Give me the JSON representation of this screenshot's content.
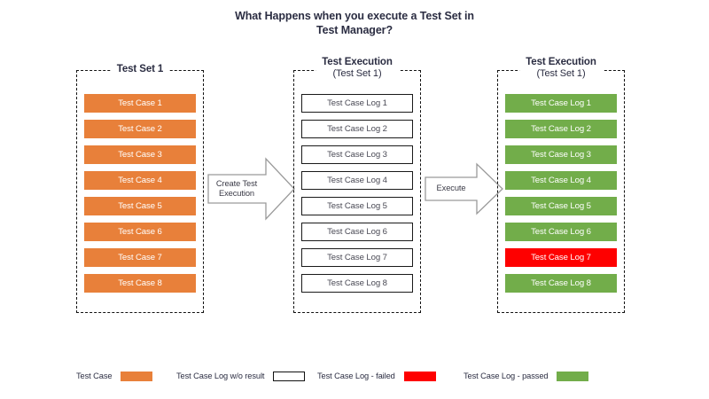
{
  "title": {
    "line1": "What Happens when you execute a Test Set in",
    "line2": "Test Manager?"
  },
  "colors": {
    "test_case": "#e8803a",
    "log_no_result": "#ffffff",
    "log_failed": "#fe0000",
    "log_passed": "#72ad4a",
    "text_dark": "#2b2d42",
    "frame": "#111111",
    "arrow_stroke": "#9a9a9a"
  },
  "columns": [
    {
      "id": "test-set",
      "heading_main": "Test Set 1",
      "heading_sub": "",
      "items": [
        {
          "label": "Test Case 1",
          "state": "orange"
        },
        {
          "label": "Test Case 2",
          "state": "orange"
        },
        {
          "label": "Test Case 3",
          "state": "orange"
        },
        {
          "label": "Test Case 4",
          "state": "orange"
        },
        {
          "label": "Test Case 5",
          "state": "orange"
        },
        {
          "label": "Test Case 6",
          "state": "orange"
        },
        {
          "label": "Test Case 7",
          "state": "orange"
        },
        {
          "label": "Test Case 8",
          "state": "orange"
        }
      ]
    },
    {
      "id": "test-exec-new",
      "heading_main": "Test Execution",
      "heading_sub": "(Test Set 1)",
      "items": [
        {
          "label": "Test Case Log 1",
          "state": "outline"
        },
        {
          "label": "Test Case Log 2",
          "state": "outline"
        },
        {
          "label": "Test Case Log 3",
          "state": "outline"
        },
        {
          "label": "Test Case Log 4",
          "state": "outline"
        },
        {
          "label": "Test Case Log 5",
          "state": "outline"
        },
        {
          "label": "Test Case Log 6",
          "state": "outline"
        },
        {
          "label": "Test Case Log 7",
          "state": "outline"
        },
        {
          "label": "Test Case Log 8",
          "state": "outline"
        }
      ]
    },
    {
      "id": "test-exec-run",
      "heading_main": "Test Execution",
      "heading_sub": "(Test Set 1)",
      "items": [
        {
          "label": "Test Case Log 1",
          "state": "green"
        },
        {
          "label": "Test Case Log 2",
          "state": "green"
        },
        {
          "label": "Test Case Log 3",
          "state": "green"
        },
        {
          "label": "Test Case Log 4",
          "state": "green"
        },
        {
          "label": "Test Case Log 5",
          "state": "green"
        },
        {
          "label": "Test Case Log 6",
          "state": "green"
        },
        {
          "label": "Test Case Log 7",
          "state": "red"
        },
        {
          "label": "Test Case Log 8",
          "state": "green"
        }
      ]
    }
  ],
  "arrows": [
    {
      "id": "create",
      "line1": "Create Test",
      "line2": "Execution"
    },
    {
      "id": "execute",
      "line1": "Execute",
      "line2": ""
    }
  ],
  "legend": [
    {
      "label": "Test Case",
      "swatch": "orange"
    },
    {
      "label": "Test Case Log w/o result",
      "swatch": "outline"
    },
    {
      "label": "Test Case Log - failed",
      "swatch": "red"
    },
    {
      "label": "Test Case Log - passed",
      "swatch": "green"
    }
  ]
}
